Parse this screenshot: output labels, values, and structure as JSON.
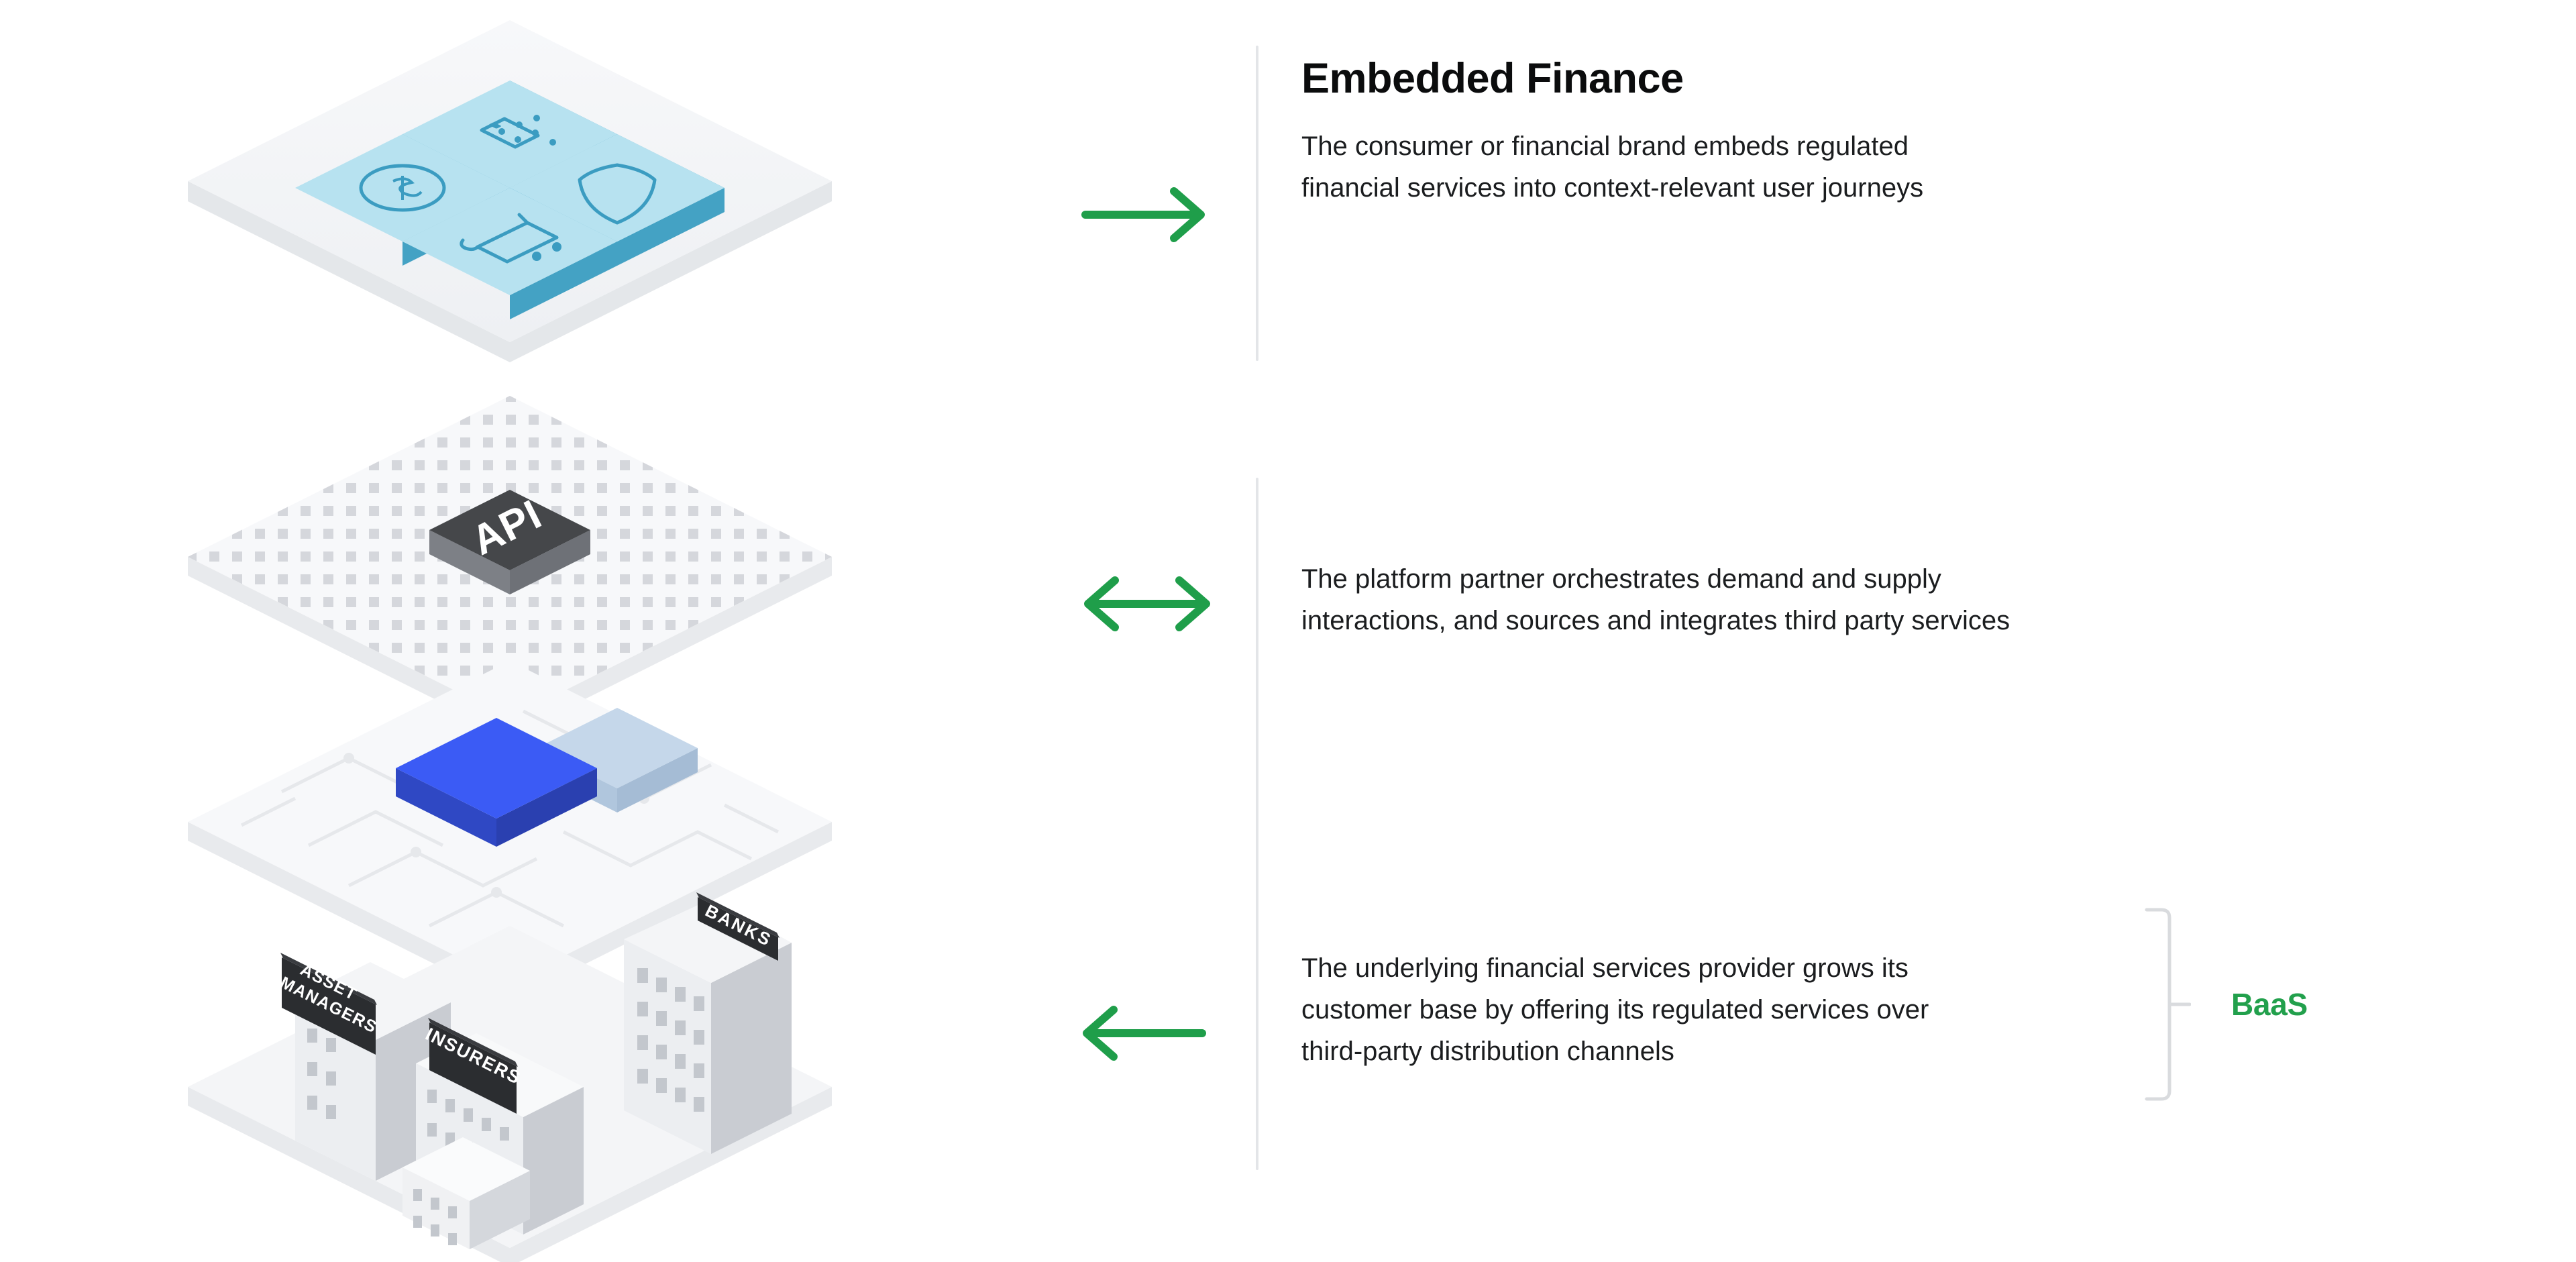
{
  "page": {
    "background": "#ffffff",
    "accent_green": "#22a04c",
    "text_color": "#1b1d1f"
  },
  "headline": "Embedded Finance",
  "blocks": [
    {
      "id": "embedded-finance",
      "arrow": "arrow-right",
      "lines": [
        "The consumer or financial brand embeds regulated",
        "financial services into context-relevant user journeys"
      ]
    },
    {
      "id": "platform-partner",
      "arrow": "arrow-left-right",
      "lines": [
        "The platform partner orchestrates demand and supply",
        "interactions, and sources and integrates third party services"
      ]
    },
    {
      "id": "financial-services-provider",
      "arrow": "arrow-left",
      "lines": [
        "The underlying financial services provider grows its",
        "customer base by offering its regulated services over",
        "third-party distribution channels"
      ]
    }
  ],
  "baas": {
    "label": "BaaS",
    "bracket_color": "#d9dbde"
  },
  "illustration": {
    "layers": [
      {
        "id": "apps-layer",
        "name": "consumer-apps-layer",
        "platform_color": "#f2f4f6",
        "tiles": [
          {
            "icon": "mobile-payment-icon",
            "position": "top"
          },
          {
            "icon": "dollar-coin-icon",
            "position": "left"
          },
          {
            "icon": "shield-icon",
            "position": "right"
          },
          {
            "icon": "shopping-cart-icon",
            "position": "bottom"
          }
        ],
        "tile_top_color": "#b7e2f0",
        "tile_edge_color": "#4fadcf"
      },
      {
        "id": "api-layer",
        "name": "api-layer",
        "platform_color": "#f5f6f8",
        "pattern": "dot-grid",
        "chip_label": "API",
        "chip_color": "#45474a",
        "chip_edge_color": "#8b8d94"
      },
      {
        "id": "platform-layer",
        "name": "platform-circuit-layer",
        "platform_color": "#f5f6f8",
        "pattern": "circuit-traces",
        "chip_front_color": "#3b5bf5",
        "chip_front_edge_color": "#2f48c4",
        "chip_back_color": "#c5d7ea",
        "chip_back_edge_color": "#b0c6dd"
      },
      {
        "id": "providers-layer",
        "name": "financial-institutions-layer",
        "platform_color": "#f4f5f7",
        "buildings": [
          {
            "label": "ASSET MANAGERS",
            "name": "asset-managers-building"
          },
          {
            "label": "INSURERS",
            "name": "insurers-building"
          },
          {
            "label": "BANKS",
            "name": "banks-building"
          }
        ],
        "sign_color": "#2b2d30",
        "sign_text_color": "#ffffff",
        "building_face_color": "#f2f3f5",
        "building_side_color": "#c9ccd2"
      }
    ]
  }
}
